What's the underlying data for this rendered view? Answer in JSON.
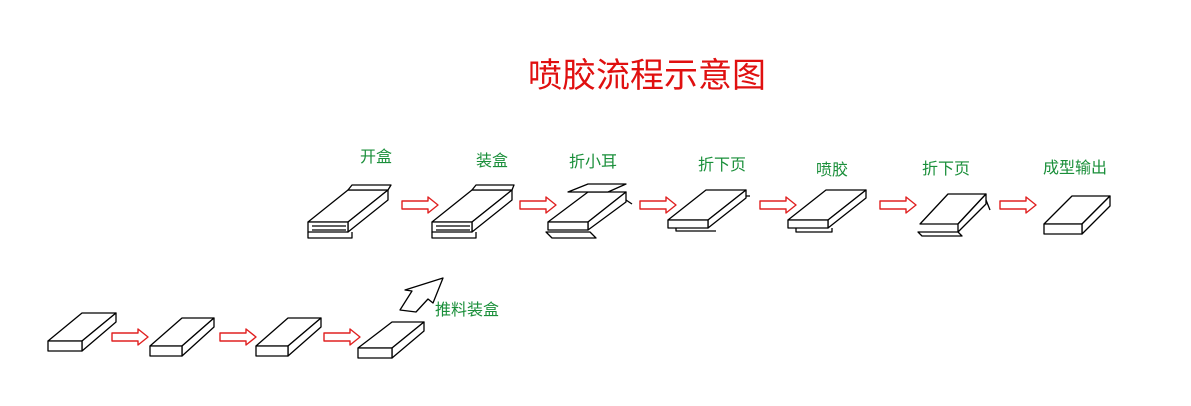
{
  "title": "喷胶流程示意图",
  "steps": [
    {
      "label": "开盒"
    },
    {
      "label": "装盒"
    },
    {
      "label": "折小耳"
    },
    {
      "label": "折下页"
    },
    {
      "label": "喷胶"
    },
    {
      "label": "折下页"
    },
    {
      "label": "成型输出"
    }
  ],
  "feed_label": "推料装盒",
  "colors": {
    "title": "#e01010",
    "label": "#1a8f3a",
    "arrow": "#e02020",
    "stroke": "#000000"
  }
}
